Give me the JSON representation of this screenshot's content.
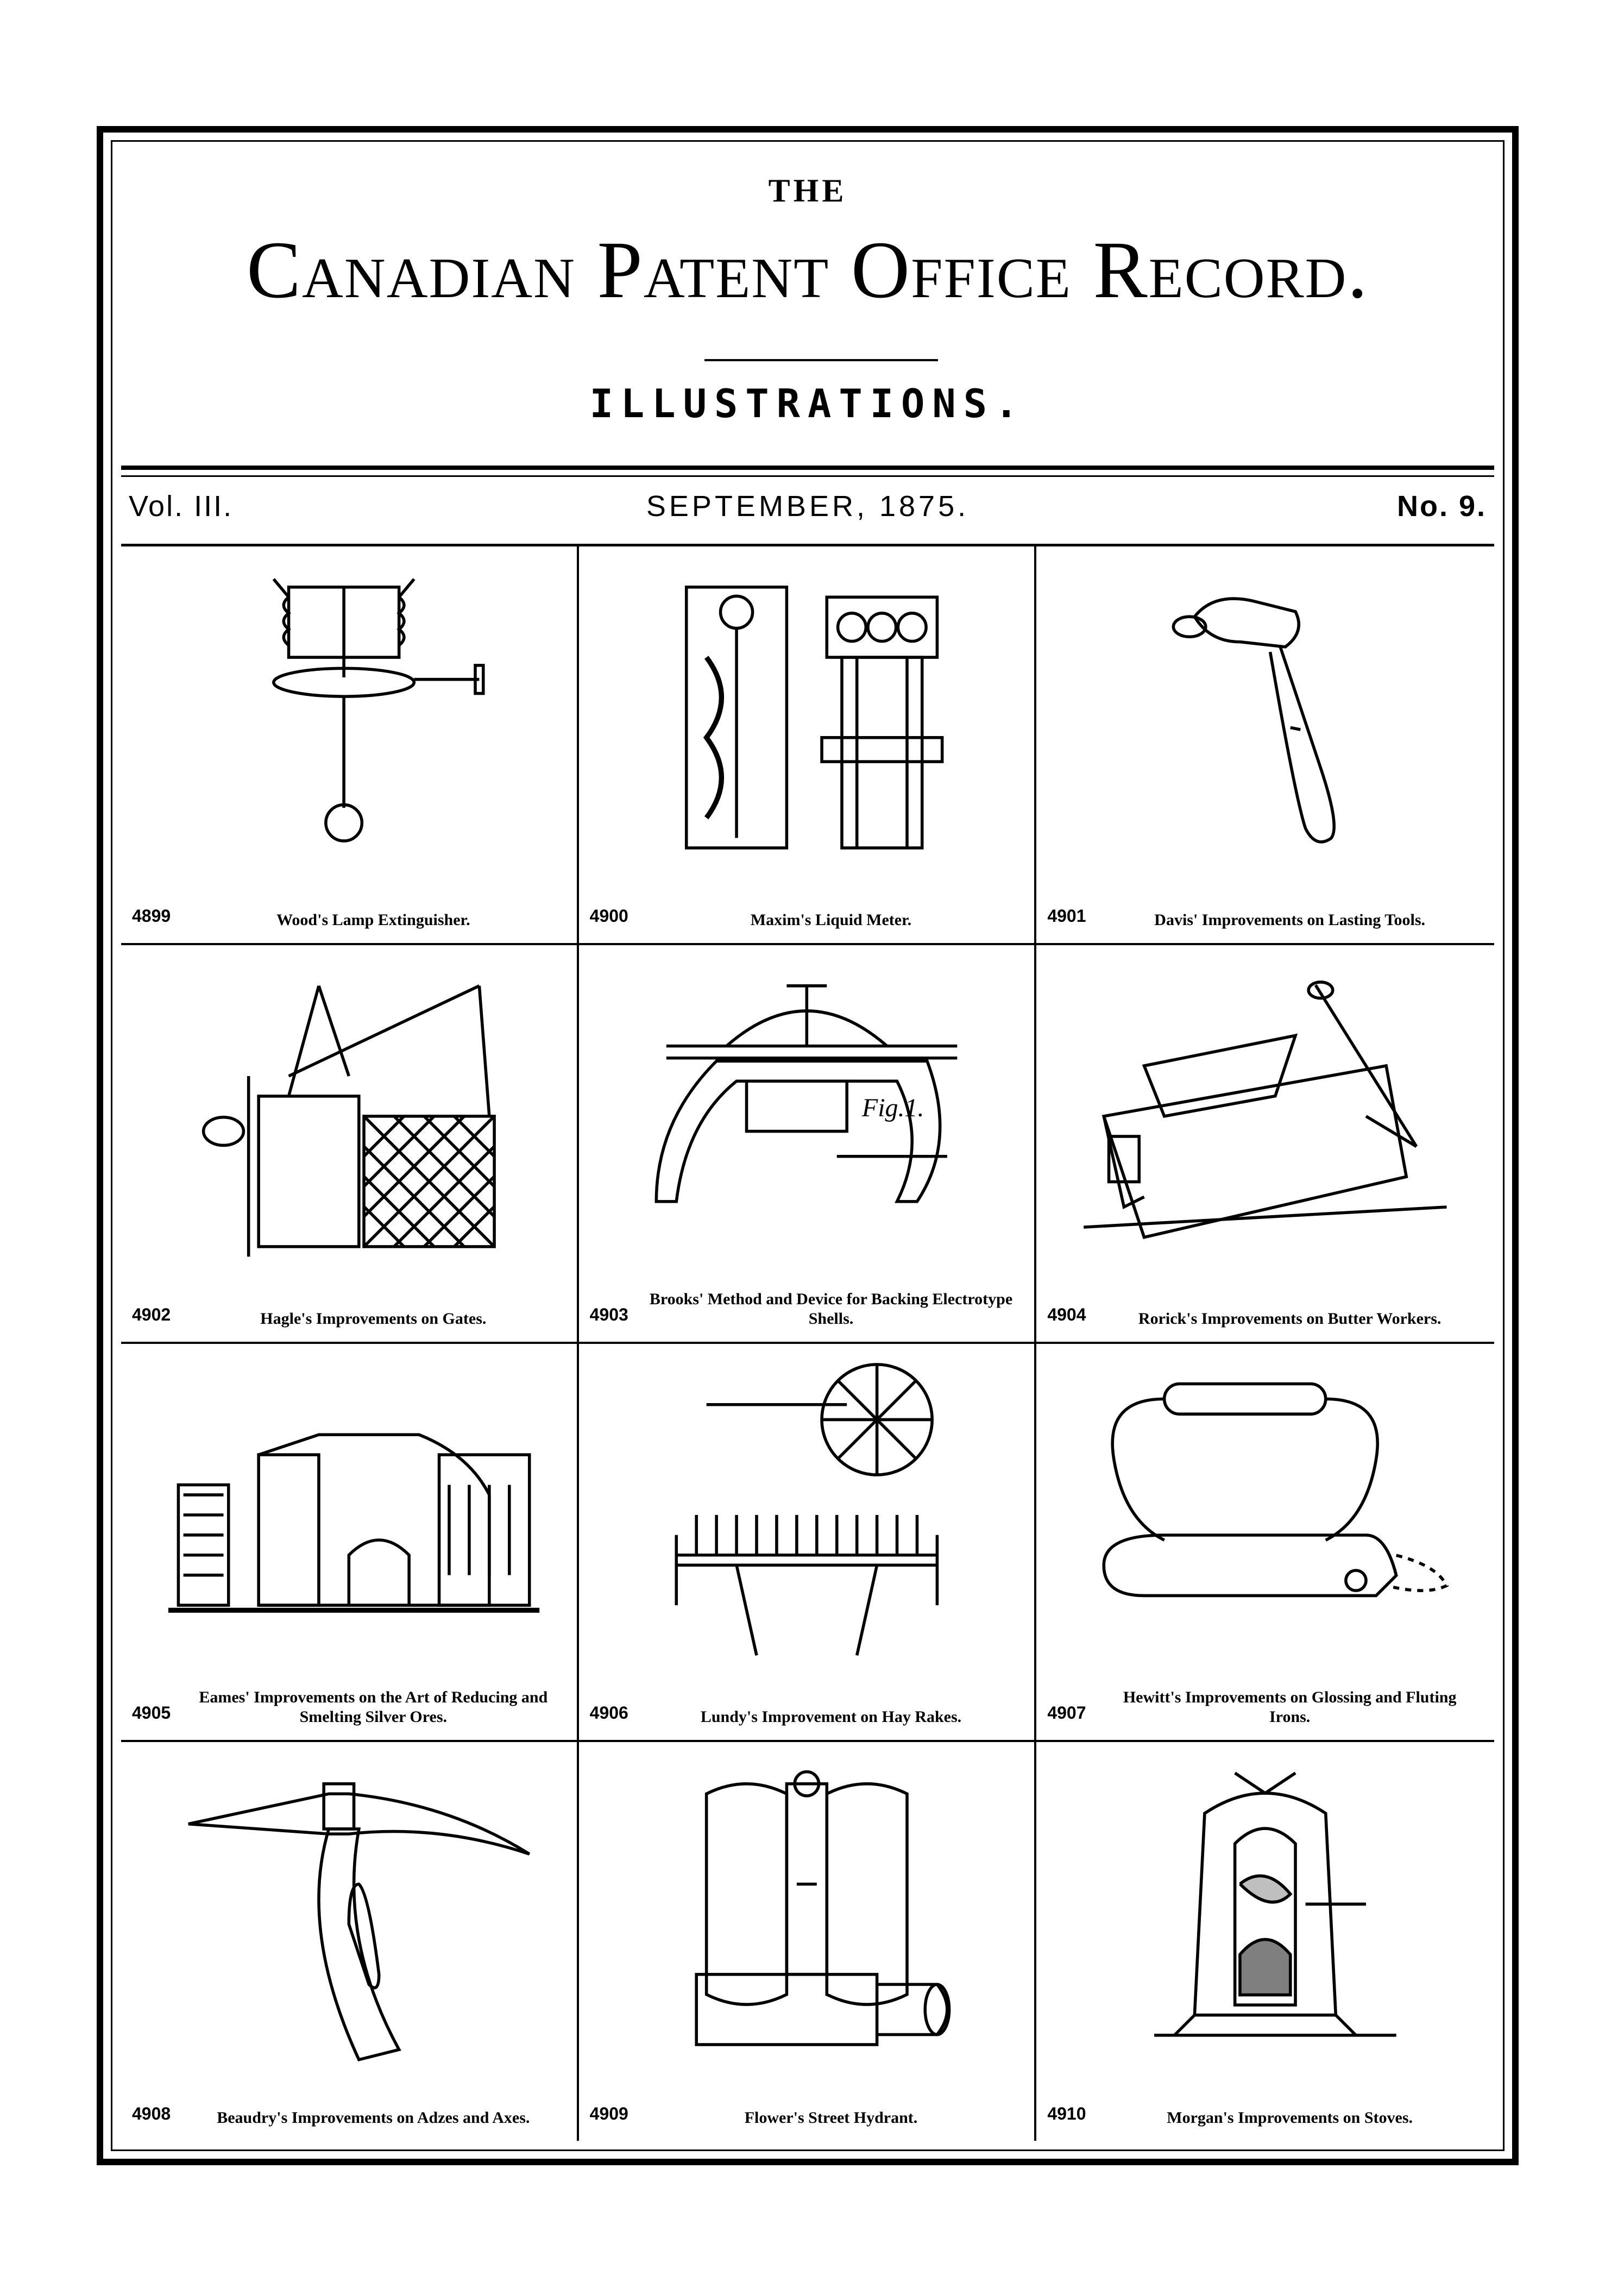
{
  "header": {
    "the": "THE",
    "title": "Canadian Patent Office Record.",
    "subtitle": "ILLUSTRATIONS.",
    "volume": "Vol. III.",
    "date": "SEPTEMBER, 1875.",
    "number": "No. 9."
  },
  "illustrations": [
    {
      "number": "4899",
      "caption": "Wood's Lamp Extinguisher.",
      "icon": "lamp-extinguisher-icon"
    },
    {
      "number": "4900",
      "caption": "Maxim's Liquid Meter.",
      "icon": "liquid-meter-icon"
    },
    {
      "number": "4901",
      "caption": "Davis' Improvements on Lasting Tools.",
      "icon": "lasting-tool-icon"
    },
    {
      "number": "4902",
      "caption": "Hagle's Improvements on Gates.",
      "icon": "gate-icon"
    },
    {
      "number": "4903",
      "caption": "Brooks' Method and Device for Backing Electrotype Shells.",
      "icon": "electrotype-press-icon"
    },
    {
      "number": "4904",
      "caption": "Rorick's Improvements on Butter Workers.",
      "icon": "butter-worker-icon"
    },
    {
      "number": "4905",
      "caption": "Eames' Improvements on the Art of Reducing and Smelting Silver Ores.",
      "icon": "smelting-furnace-icon"
    },
    {
      "number": "4906",
      "caption": "Lundy's Improvement on Hay Rakes.",
      "icon": "hay-rake-icon"
    },
    {
      "number": "4907",
      "caption": "Hewitt's Improvements on Glossing and Fluting Irons.",
      "icon": "fluting-iron-icon"
    },
    {
      "number": "4908",
      "caption": "Beaudry's Improvements on Adzes and Axes.",
      "icon": "adze-icon"
    },
    {
      "number": "4909",
      "caption": "Flower's Street Hydrant.",
      "icon": "street-hydrant-icon"
    },
    {
      "number": "4910",
      "caption": "Morgan's Improvements on Stoves.",
      "icon": "stove-icon"
    }
  ]
}
